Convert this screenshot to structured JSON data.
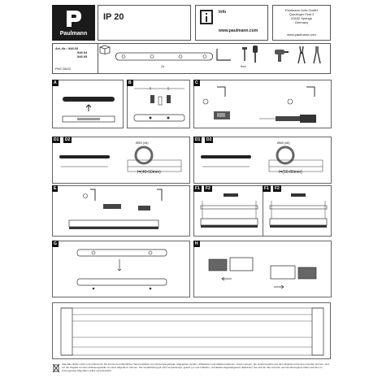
{
  "header": {
    "brand": "Paulmann",
    "ip_rating": "IP 20",
    "info_label": "Info",
    "website": "www.paulmann.com",
    "address": [
      "Paulmann Licht GmbH",
      "Quezinger Feld 2",
      "31832 Springe",
      "Germany"
    ],
    "address_website": "www.paulmann.com"
  },
  "parts": {
    "article_label": "Art.-Nr.: 946.03",
    "article_numbers": [
      "946.04",
      "946.05"
    ],
    "date_code": "PKE 08/22",
    "qty_rail": "2x",
    "qty_tools": "9x/L"
  },
  "steps": {
    "A": "A",
    "B": "B",
    "C": "C",
    "D1": "D1",
    "D2": "D2",
    "E": "E",
    "F1": "F1",
    "F2": "F2",
    "G": "G",
    "H": "H"
  },
  "dimensions": {
    "range_small": "I=(40-60mm)",
    "range_large": "I=(60-80mm)",
    "dia_small": "Ø55 (x6)",
    "dia_large": "Ø68 (x6)"
  },
  "footer": {
    "disposal_text": "Altgeräte dürfen nicht in den Restmüll. Sie können bei öffentlichen Sammelstellen zum Entsorgungsträger abgegeben werden. Altbatterien und Altakkumulatoren, sowie Lampen, die zerstörungsfrei aus dem Altgerät entnommen werden können, sind vor der Abgabe an einer Erfassungsstelle von dem Altgerät zu trennen. Die Verpflichtung gilt nach Verpackungs- gesetz § 1 und 2 Elektro- und Elektronikgerätegesetz (ElektroG). Sie sind für das Löschen personenbezogener Daten auf den zu entsorgenden Altgeräten selbst verantwortlich."
  }
}
